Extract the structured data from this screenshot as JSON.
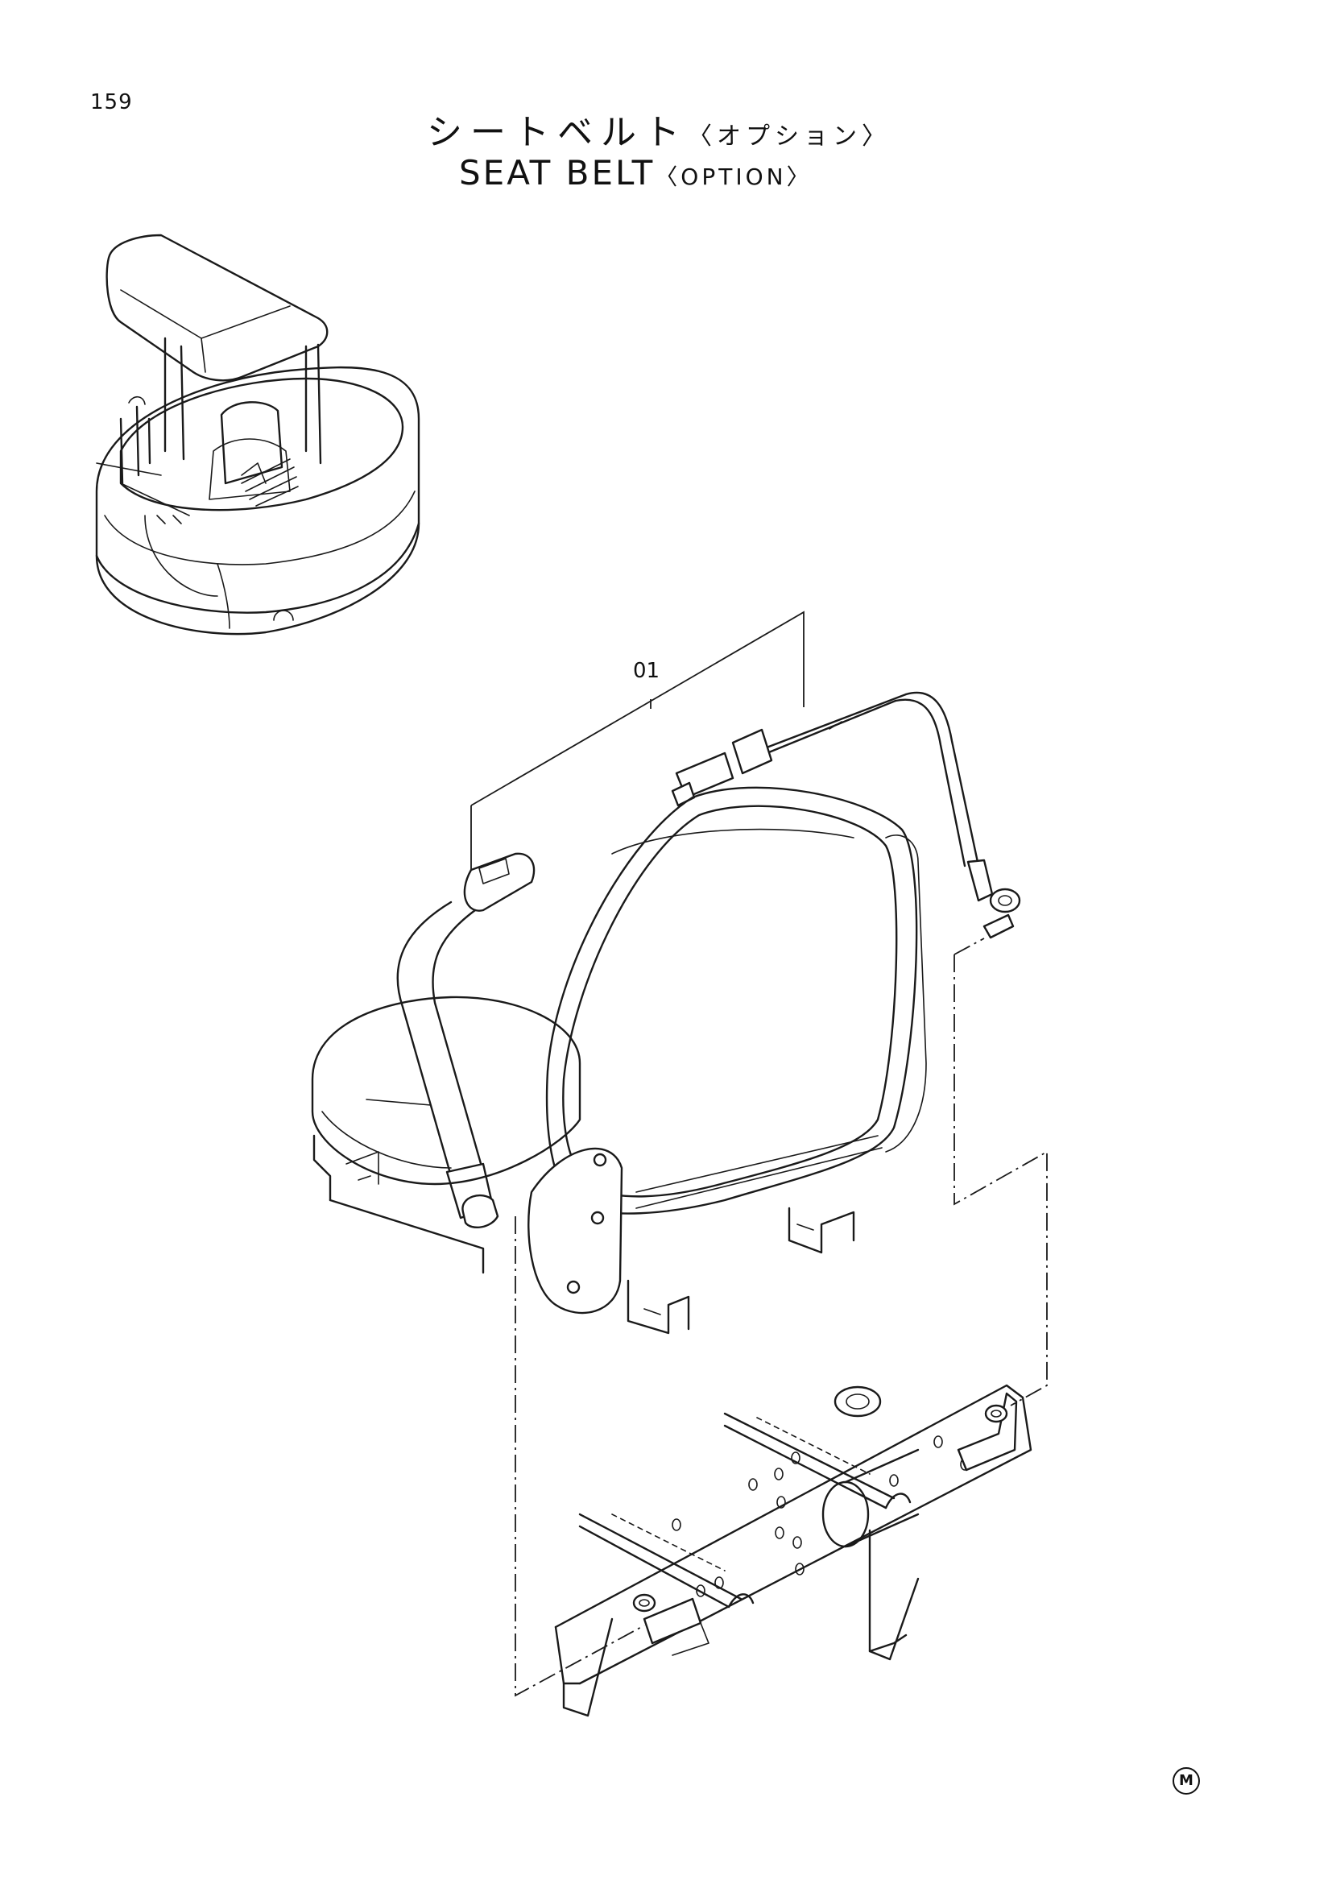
{
  "page": {
    "number": "159"
  },
  "title": {
    "japanese": "シートベルト",
    "japanese_sub": "〈オプション〉",
    "english": "SEAT BELT",
    "english_sub": "〈OPTION〉"
  },
  "callouts": [
    {
      "label": "01"
    }
  ],
  "footer": {
    "mark": "M"
  }
}
